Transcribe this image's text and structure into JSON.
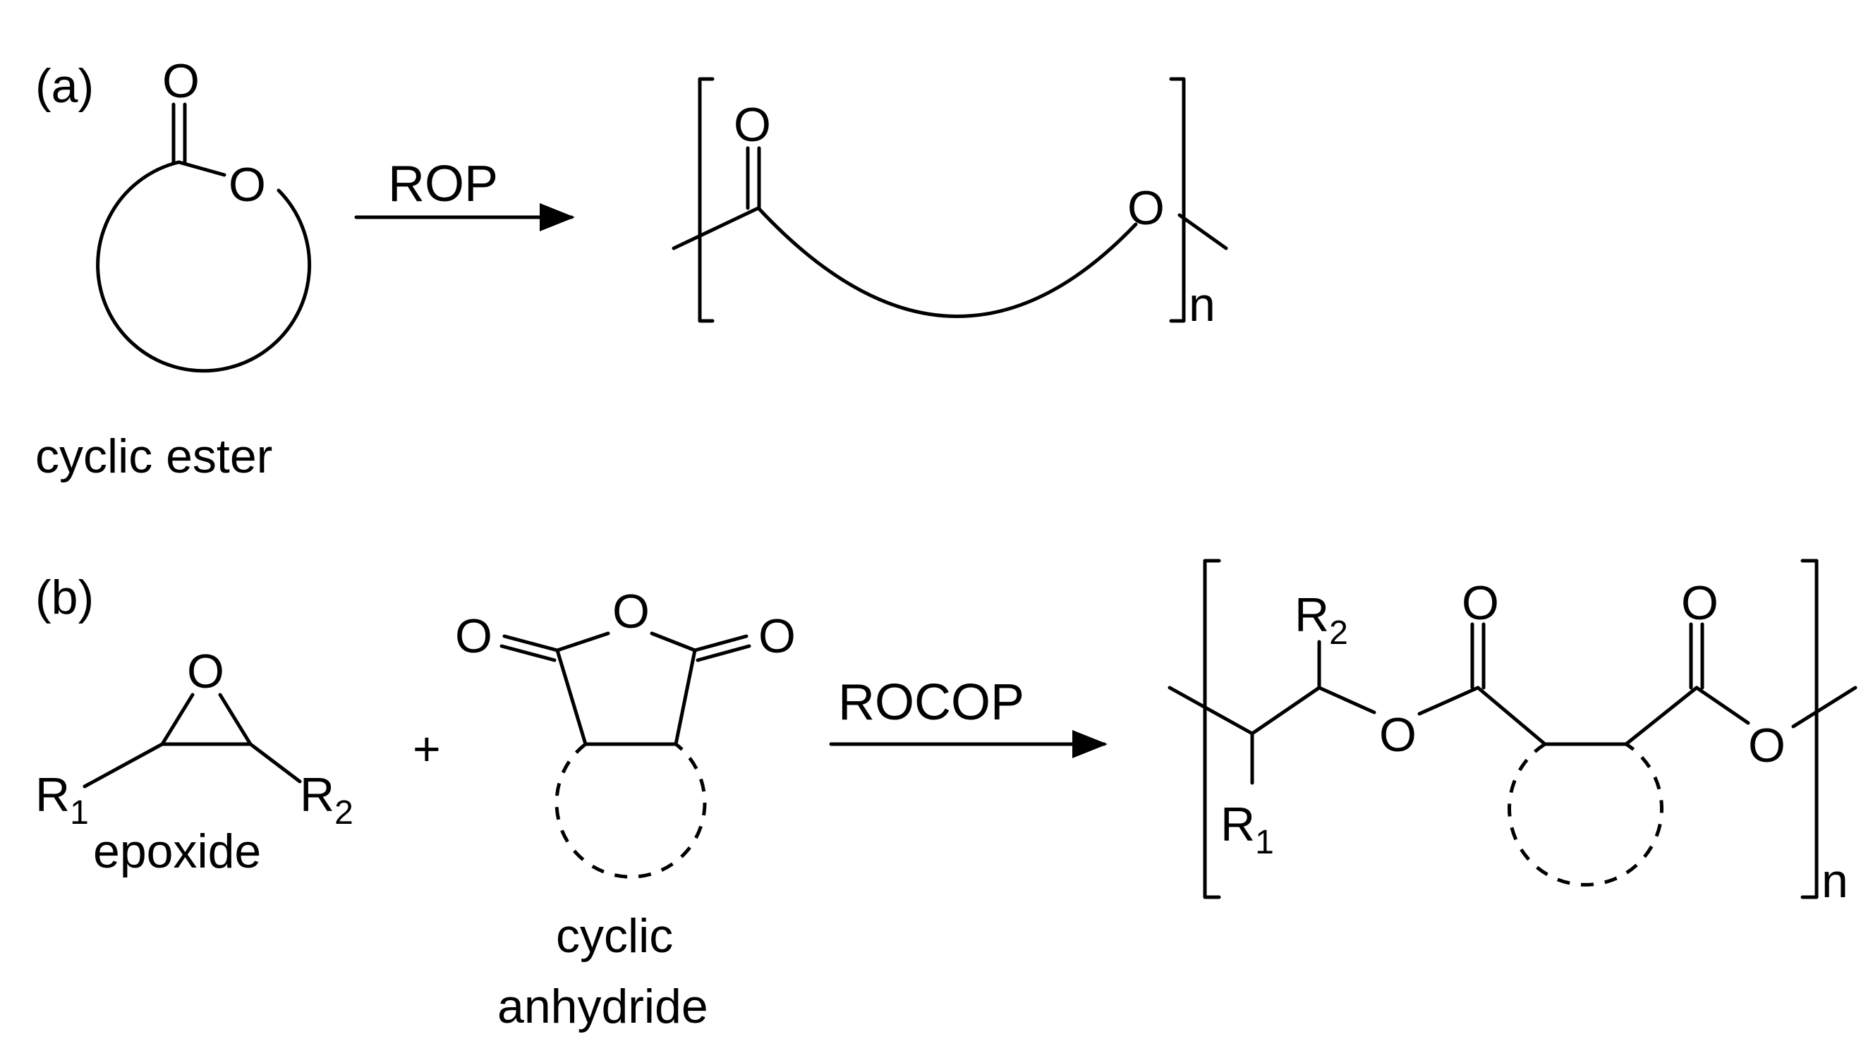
{
  "panel_a": {
    "label": "(a)",
    "monomer_caption": "cyclic ester",
    "arrow_label": "ROP",
    "atoms": {
      "carbonyl_O": "O",
      "ring_O": "O",
      "polymer_carbonyl_O": "O",
      "polymer_chain_O": "O"
    },
    "repeat_subscript": "n"
  },
  "panel_b": {
    "label": "(b)",
    "epoxide": {
      "O": "O",
      "R1": "R",
      "R1_sub": "1",
      "R2": "R",
      "R2_sub": "2",
      "caption": "epoxide"
    },
    "plus": "+",
    "anhydride": {
      "O_left": "O",
      "O_ring": "O",
      "O_right": "O",
      "caption_line1": "cyclic",
      "caption_line2": "anhydride"
    },
    "arrow_label": "ROCOP",
    "polymer": {
      "R2": "R",
      "R2_sub": "2",
      "R1": "R",
      "R1_sub": "1",
      "O_ester1": "O",
      "O_carbonyl1": "O",
      "O_carbonyl2": "O",
      "O_ester2": "O"
    },
    "repeat_subscript": "n"
  }
}
